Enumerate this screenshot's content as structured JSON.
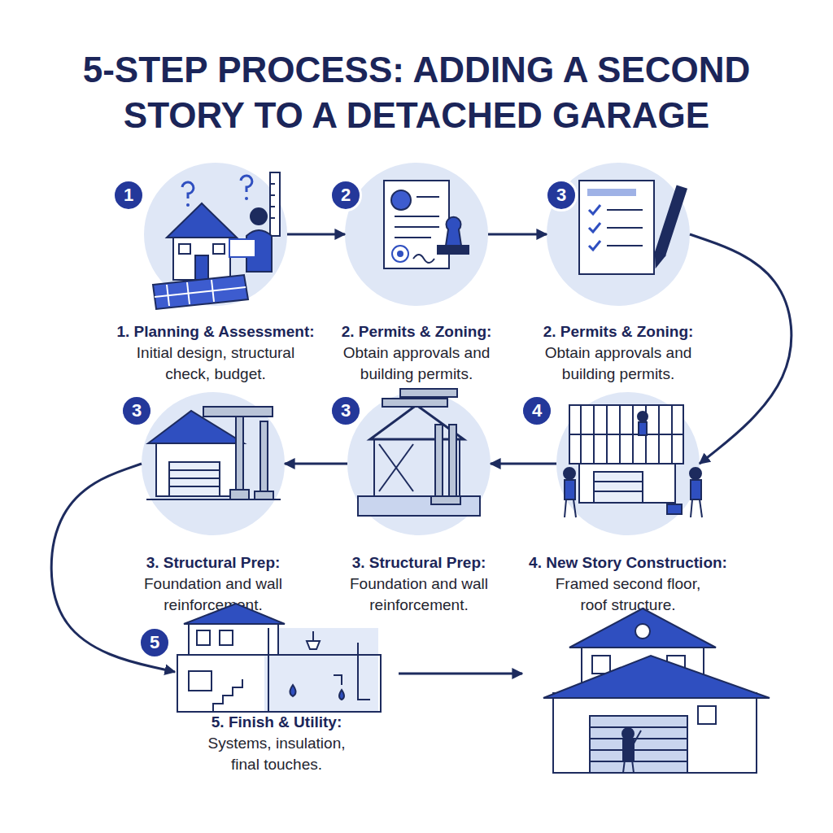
{
  "diagram": {
    "title": "5-STEP PROCESS: ADDING A SECOND STORY TO A DETACHED GARAGE",
    "nodes": [
      {
        "text": [
          "1. Planning & Assessment:",
          "Initial design, structural check, budget."
        ]
      },
      {
        "text": [
          "1"
        ],
        "in": 0
      },
      {
        "text": [
          "2. Permits & Zoning:",
          "Obtain approvals and building permits."
        ]
      },
      {
        "text": [
          "2"
        ],
        "in": 2
      },
      {
        "text": [
          "2. Permits & Zoning:",
          "Obtain approvals and building permits."
        ]
      },
      {
        "text": [
          "3"
        ],
        "in": 4
      },
      {
        "text": [
          "3. Structural Prep:",
          "Foundation and wall reinforcement."
        ]
      },
      {
        "text": [
          "3"
        ],
        "in": 6
      },
      {
        "text": [
          "3. Structural Prep:",
          "Foundation and wall reinforcement."
        ]
      },
      {
        "text": [
          "3"
        ],
        "in": 8
      },
      {
        "text": [
          "4. New Story Construction:",
          "Framed second floor, roof structure."
        ]
      },
      {
        "text": [
          "4"
        ],
        "in": 10
      },
      {
        "text": [
          "5. Finish & Utility:",
          "Systems, insulation, final touches."
        ]
      },
      {
        "text": [
          "5"
        ],
        "in": 12
      }
    ],
    "edges": [
      {
        "from": 0,
        "to": 2,
        "arrow": "to"
      },
      {
        "from": 2,
        "to": 4,
        "arrow": "to"
      },
      {
        "from": 4,
        "to": 10,
        "arrow": "to"
      },
      {
        "from": 10,
        "to": 8,
        "arrow": "to"
      },
      {
        "from": 8,
        "to": 6,
        "arrow": "to"
      },
      {
        "from": 6,
        "to": 12,
        "arrow": "to"
      }
    ]
  }
}
